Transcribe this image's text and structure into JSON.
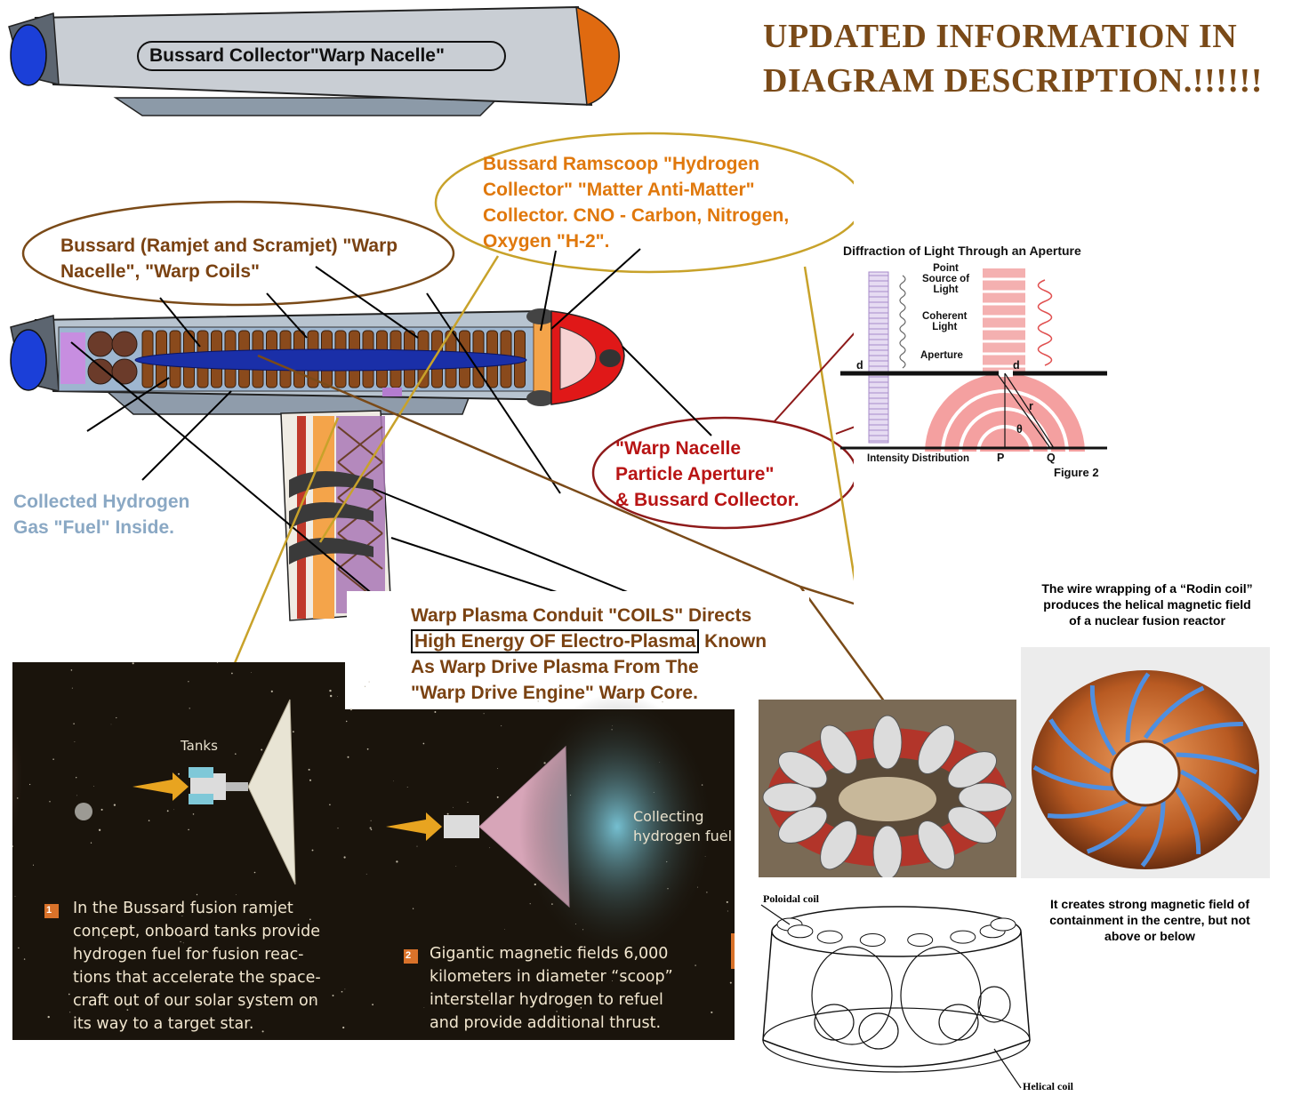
{
  "title": [
    "UPDATED INFORMATION IN",
    "DIAGRAM DESCRIPTION.!!!!!!"
  ],
  "top_nacelle": {
    "label_part1": "Bussard Collector",
    "label_part2": "\"Warp Nacelle\""
  },
  "labels": {
    "ramjet": [
      "Bussard (Ramjet and Scramjet) \"Warp",
      "Nacelle\", \"Warp Coils\""
    ],
    "ramscoop": [
      "Bussard Ramscoop \"Hydrogen",
      "Collector\" \"Matter Anti-Matter\"",
      "Collector. CNO - Carbon, Nitrogen,",
      "Oxygen \"H-2\"."
    ],
    "aperture": [
      "\"Warp Nacelle",
      "Particle Aperture\"",
      "& Bussard Collector."
    ],
    "hydrogen": [
      "Collected Hydrogen",
      "Gas \"Fuel\" Inside."
    ],
    "plasma": {
      "line1": "Warp Plasma Conduit \"COILS\" Directs",
      "line2_boxed": "High Energy OF Electro-Plasma",
      "line2_rest": " Known",
      "line3": "As Warp Drive Plasma From The",
      "line4": "\"Warp Drive Engine\" Warp Core."
    }
  },
  "diffraction": {
    "title": "Diffraction of Light Through an Aperture",
    "point_source": [
      "Point",
      "Source of",
      "Light"
    ],
    "coherent": [
      "Coherent",
      "Light"
    ],
    "aperture": "Aperture",
    "d": "d",
    "r": "r",
    "theta": "θ",
    "intensity": "Intensity Distribution",
    "p": "P",
    "q": "Q",
    "figure": "Figure 2"
  },
  "rodin": {
    "caption_top": [
      "The wire wrapping of a “Rodin coil”",
      "produces the helical magnetic field",
      "of a nuclear fusion reactor"
    ],
    "caption_bottom": [
      "It creates strong magnetic field of",
      "containment  in the centre, but not",
      "above or below"
    ]
  },
  "tokamak": {
    "poloidal": "Poloidal coil",
    "helical": "Helical coil"
  },
  "space_panel": {
    "tanks": "Tanks",
    "collecting": [
      "Collecting",
      "hydrogen fuel"
    ],
    "step1_num": "1",
    "step1": [
      "In the Bussard fusion ramjet",
      "concept, onboard tanks provide",
      "hydrogen fuel for fusion reac-",
      "tions that accelerate the space-",
      "craft out of our solar system on",
      "its way to a target star."
    ],
    "step2_num": "2",
    "step2": [
      "Gigantic magnetic fields 6,000",
      "kilometers in diameter “scoop”",
      "interstellar hydrogen to refuel",
      "and provide additional thrust."
    ]
  },
  "colors": {
    "title": "#7a4a18",
    "orange": "#e0780c",
    "red_label": "#b81414",
    "hull": "#b8c4d0",
    "coil": "#8a4a1c",
    "core": "#1a2fa8"
  }
}
